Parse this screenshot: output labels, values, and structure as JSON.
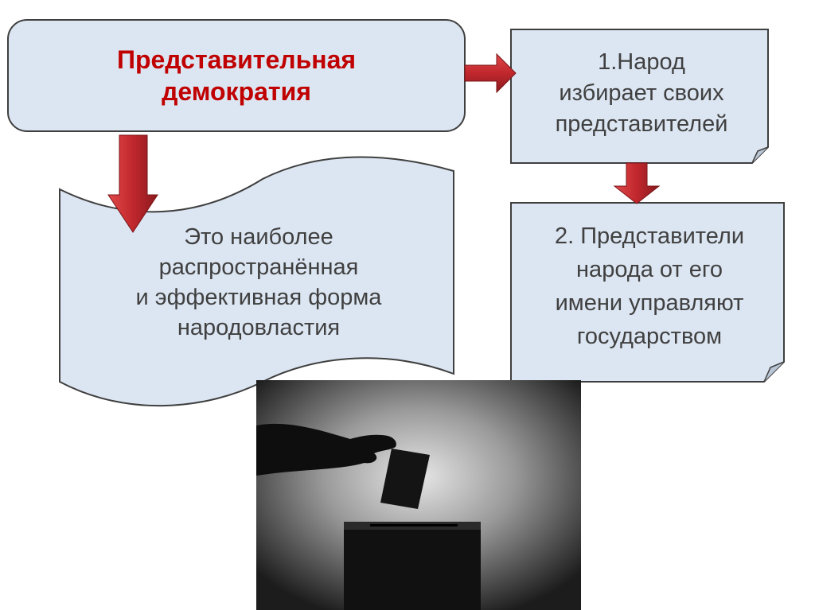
{
  "title": {
    "line1": "Представительная",
    "line2": "демократия"
  },
  "definition": {
    "line1": "Это наиболее",
    "line2": "распространённая",
    "line3": "и эффективная форма",
    "line4": "народовластия"
  },
  "step1": {
    "line1": "1.Народ",
    "line2": "избирает своих",
    "line3": "представителей"
  },
  "step2": {
    "line1": "2. Представители",
    "line2": "народа от его",
    "line3": "имени управляют",
    "line4": "государством"
  },
  "colors": {
    "title_text": "#c00000",
    "box_fill": "#dce6f2",
    "box_stroke": "#3f3f3f",
    "arrow": "#c0272d",
    "body_text": "#404040"
  },
  "image": {
    "subject": "voting-silhouette-photo"
  }
}
